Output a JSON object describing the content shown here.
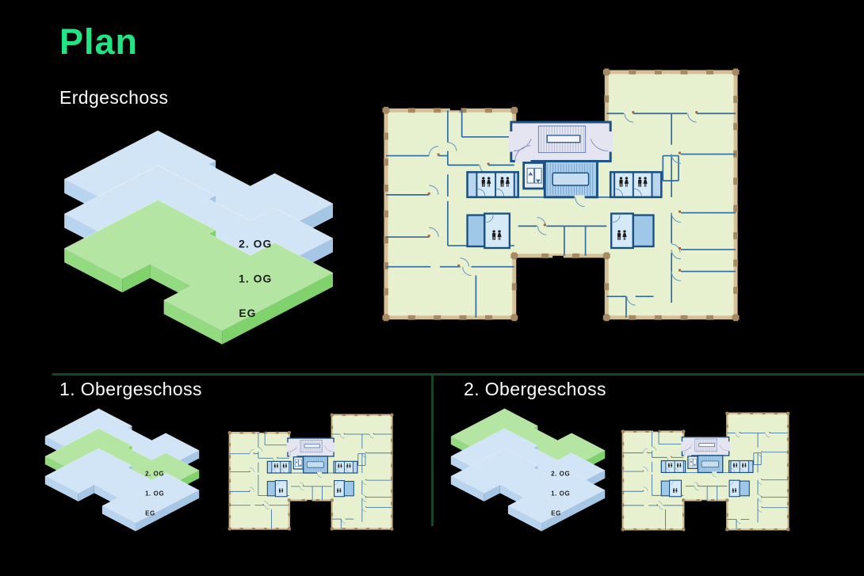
{
  "title": {
    "text": "Plan",
    "color": "#21e584"
  },
  "sections": [
    {
      "label": "Erdgeschoss",
      "highlighted_floor": "EG"
    },
    {
      "label": "1. Obergeschoss",
      "highlighted_floor": "1. OG"
    },
    {
      "label": "2. Obergeschoss",
      "highlighted_floor": "2. OG"
    }
  ],
  "dividers": {
    "color": "#15462c"
  },
  "isometric": {
    "floor_labels": [
      "2. OG",
      "1. OG",
      "EG"
    ],
    "label_color": "#1d1d1d",
    "blue": {
      "top": "#d2e5f6",
      "front": "#b9d4ef",
      "side": "#a6c6e6"
    },
    "green": {
      "top": "#b5e5a2",
      "front": "#93da80",
      "side": "#7fd26c"
    }
  },
  "floorplan": {
    "room_fill": "#e7f1d0",
    "outer_wall": "#d5c097",
    "column": "#a58a64",
    "hinge_dot": "#9c6b42",
    "interior_wall": "#2f6b9d",
    "door_arc": "#6f9cc0",
    "core_wall": "#1b5183",
    "core_fill": "#a9cfec",
    "landing_fill": "#c6ddf2",
    "stall_fill": "#d6e9f7",
    "vestibule_fill": "#b9d6ee",
    "solid_room_fill": "#9fc8e8",
    "hall_fill": "#e4e5f0",
    "hall_stair_line": "#a9b1c9",
    "hall_rail_fill": "#f4f5fa",
    "hall_rail_stroke": "#2d6096",
    "elevator_fill": "#e8edf2",
    "elevator_detail": "#4a6d96",
    "tread_line": "#6b93bb",
    "icon_color": "#1c1c1c",
    "entry_door_color": "#000000",
    "icons": [
      "wc-men-women-icon",
      "elevator-icon",
      "staircase-icon",
      "entry-door-icon"
    ]
  }
}
